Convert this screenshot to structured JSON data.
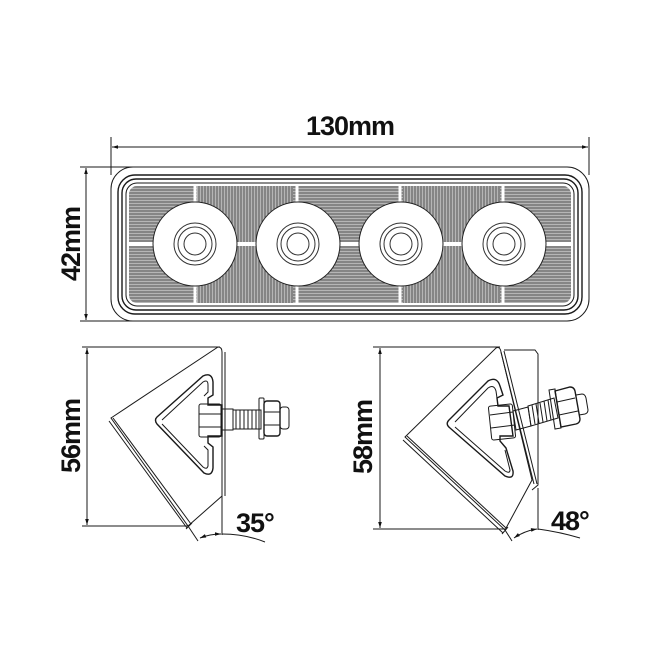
{
  "diagram": {
    "type": "technical-dimension-drawing",
    "subject": "4-LED rectangular work light with mounting brackets",
    "colors": {
      "line": "#1a1a1a",
      "lens_fill": "#8c8c8c",
      "background": "#ffffff"
    },
    "front_view": {
      "width_label": "130mm",
      "height_label": "42mm",
      "led_count": 4
    },
    "bracket_left": {
      "height_label": "56mm",
      "angle_label": "35°"
    },
    "bracket_right": {
      "height_label": "58mm",
      "angle_label": "48°"
    }
  }
}
